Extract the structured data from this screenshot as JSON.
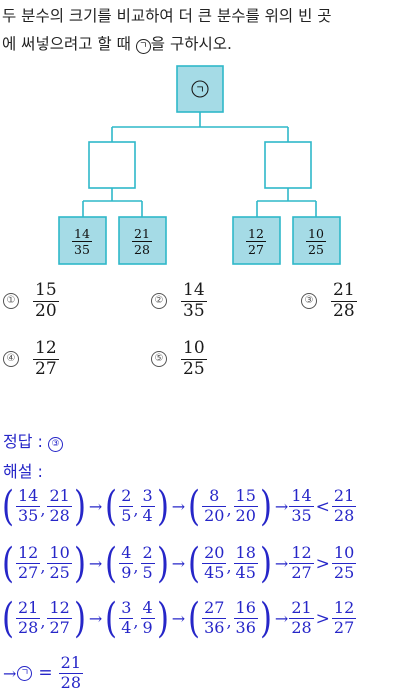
{
  "question": {
    "line1": "두 분수의 크기를 비교하여 더 큰 분수를 위의 빈 곳",
    "line2_a": "에 써넣으려고 할 때 ",
    "line2_b": "을 구하시오.",
    "symbol": "ㄱ"
  },
  "tree": {
    "root_label": "ㄱ",
    "leaves": [
      {
        "n": "14",
        "d": "35"
      },
      {
        "n": "21",
        "d": "28"
      },
      {
        "n": "12",
        "d": "27"
      },
      {
        "n": "10",
        "d": "25"
      }
    ],
    "colors": {
      "fill": "#a5dbe6",
      "stroke": "#2fb8c9"
    }
  },
  "options": [
    {
      "num": "①",
      "n": "15",
      "d": "20"
    },
    {
      "num": "②",
      "n": "14",
      "d": "35"
    },
    {
      "num": "③",
      "n": "21",
      "d": "28"
    },
    {
      "num": "④",
      "n": "12",
      "d": "27"
    },
    {
      "num": "⑤",
      "n": "10",
      "d": "25"
    }
  ],
  "answer": {
    "label": "정답 :",
    "value": "③"
  },
  "explanation": {
    "label": "해설 :",
    "rows": [
      {
        "g1": [
          [
            "14",
            "35"
          ],
          [
            "21",
            "28"
          ]
        ],
        "g2": [
          [
            "2",
            "5"
          ],
          [
            "3",
            "4"
          ]
        ],
        "g3": [
          [
            "8",
            "20"
          ],
          [
            "15",
            "20"
          ]
        ],
        "r": [
          [
            "14",
            "35"
          ],
          "<",
          [
            "21",
            "28"
          ]
        ]
      },
      {
        "g1": [
          [
            "12",
            "27"
          ],
          [
            "10",
            "25"
          ]
        ],
        "g2": [
          [
            "4",
            "9"
          ],
          [
            "2",
            "5"
          ]
        ],
        "g3": [
          [
            "20",
            "45"
          ],
          [
            "18",
            "45"
          ]
        ],
        "r": [
          [
            "12",
            "27"
          ],
          ">",
          [
            "10",
            "25"
          ]
        ]
      },
      {
        "g1": [
          [
            "21",
            "28"
          ],
          [
            "12",
            "27"
          ]
        ],
        "g2": [
          [
            "3",
            "4"
          ],
          [
            "4",
            "9"
          ]
        ],
        "g3": [
          [
            "27",
            "36"
          ],
          [
            "16",
            "36"
          ]
        ],
        "r": [
          [
            "21",
            "28"
          ],
          ">",
          [
            "12",
            "27"
          ]
        ]
      }
    ],
    "final": {
      "arrow": "→",
      "symbol": "ㄱ",
      "eq": "=",
      "n": "21",
      "d": "28"
    }
  }
}
